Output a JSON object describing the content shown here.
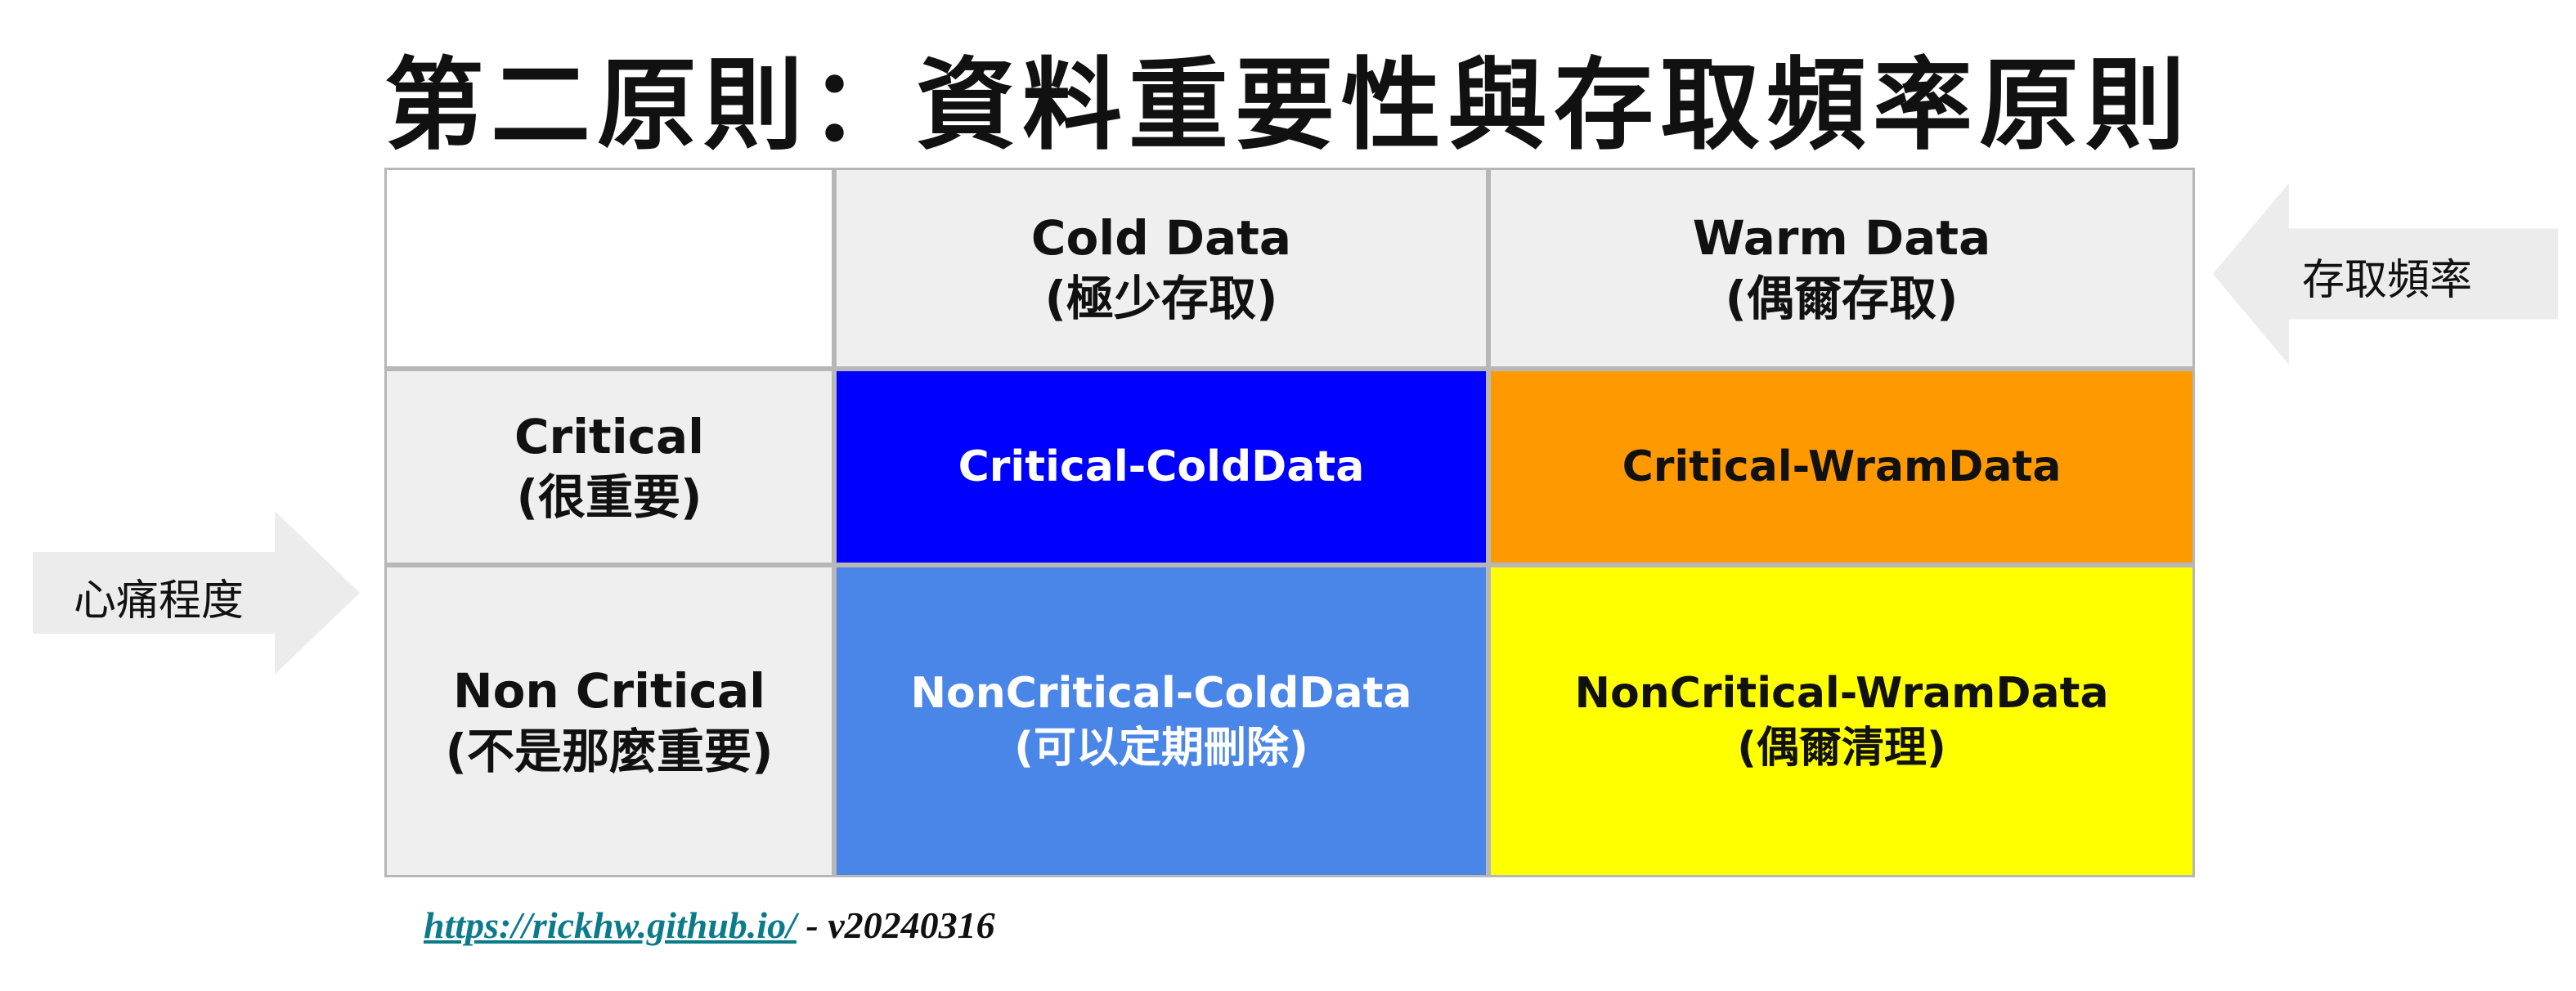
{
  "title": "第二原則：資料重要性與存取頻率原則",
  "arrows": {
    "access_frequency": "存取頻率",
    "pain_level": "心痛程度"
  },
  "columns": [
    {
      "line1": "Cold Data",
      "line2": "(極少存取)"
    },
    {
      "line1": "Warm Data",
      "line2": "(偶爾存取)"
    }
  ],
  "rows": [
    {
      "line1": "Critical",
      "line2": "(很重要)",
      "cells": [
        {
          "line1": "Critical-ColdData",
          "line2": ""
        },
        {
          "line1": "Critical-WramData",
          "line2": ""
        }
      ]
    },
    {
      "line1": "Non Critical",
      "line2": "(不是那麼重要)",
      "cells": [
        {
          "line1": "NonCritical-ColdData",
          "line2": "(可以定期刪除)"
        },
        {
          "line1": "NonCritical-WramData",
          "line2": "(偶爾清理)"
        }
      ]
    }
  ],
  "colors": {
    "critical_cold": "#0000ff",
    "critical_warm": "#ff9900",
    "noncritical_cold": "#4a86e8",
    "noncritical_warm": "#ffff00",
    "header_bg": "#efefef"
  },
  "footer": {
    "link": "https://rickhw.github.io/",
    "suffix": " - v20240316"
  }
}
